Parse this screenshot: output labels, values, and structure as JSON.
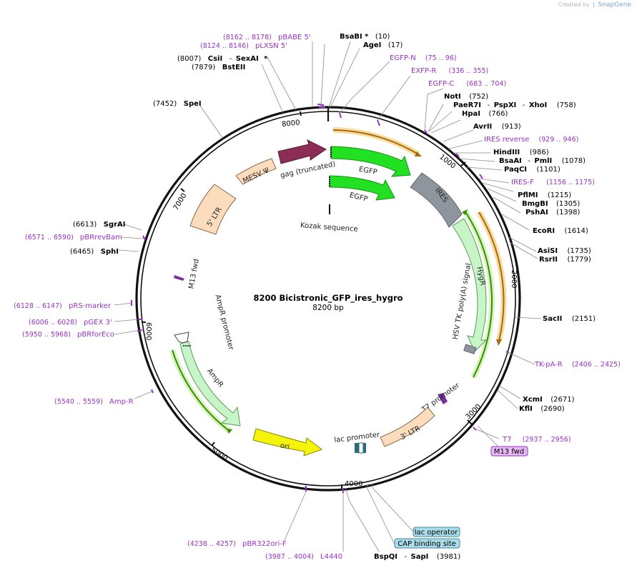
{
  "credit": {
    "prefix": "Created by",
    "brand": "SnapGene"
  },
  "plasmid": {
    "name": "8200 Bicistronic_GFP_ires_hygro",
    "size_label": "8200 bp",
    "length": 8200
  },
  "ticks": [
    "1000",
    "2000",
    "3000",
    "4000",
    "5000",
    "6000",
    "7000",
    "8000"
  ],
  "features": {
    "gag": "gag (truncated)",
    "egfp1": "EGFP",
    "egfp2": "EGFP",
    "ires": "IRES",
    "hygr": "HygR",
    "hsv": "HSV TK poly(A) signal",
    "t7promoter": "T7 promoter",
    "ltr3": "3' LTR",
    "lacpromoter": "lac promoter",
    "ori": "ori",
    "ampr": "AmpR",
    "amprpromoter": "AmpR promoter",
    "m13fwd": "M13 fwd",
    "ltr5": "5' LTR",
    "mesv": "MESV Ψ",
    "kozak": "Kozak sequence"
  },
  "labels": {
    "bsabi": {
      "name": "BsaBI",
      "star": "*",
      "pos": "(10)"
    },
    "agei": {
      "name": "AgeI",
      "pos": "(17)"
    },
    "egfpn": {
      "name": "EGFP-N",
      "pos": "(75 .. 96)"
    },
    "exfpr": {
      "name": "EXFP-R",
      "pos": "(336 .. 355)"
    },
    "egfpc": {
      "name": "EGFP-C",
      "pos": "(683 .. 704)"
    },
    "noti": {
      "name": "NotI",
      "pos": "(752)"
    },
    "paer7i": {
      "name": "PaeR7I",
      "sep1": "-",
      "name2": "PspXI",
      "sep2": "-",
      "name3": "XhoI",
      "pos": "(758)"
    },
    "hpai": {
      "name": "HpaI",
      "pos": "(766)"
    },
    "avrii": {
      "name": "AvrII",
      "pos": "(913)"
    },
    "iresrev": {
      "name": "IRES reverse",
      "pos": "(929 .. 946)"
    },
    "hindiii": {
      "name": "HindIII",
      "pos": "(986)"
    },
    "bsaai": {
      "name": "BsaAI",
      "sep": "-",
      "name2": "PmlI",
      "pos": "(1078)"
    },
    "paqci": {
      "name": "PaqCI",
      "pos": "(1101)"
    },
    "iresf": {
      "name": "IRES-F",
      "pos": "(1156 .. 1175)"
    },
    "pflmi": {
      "name": "PflMI",
      "pos": "(1215)"
    },
    "bmgbi": {
      "name": "BmgBI",
      "pos": "(1305)"
    },
    "pshai": {
      "name": "PshAI",
      "pos": "(1398)"
    },
    "ecori": {
      "name": "EcoRI",
      "pos": "(1614)"
    },
    "asisi": {
      "name": "AsiSI",
      "pos": "(1735)"
    },
    "rsrii": {
      "name": "RsrII",
      "pos": "(1779)"
    },
    "sacii": {
      "name": "SacII",
      "pos": "(2151)"
    },
    "tkpar": {
      "name": "TK-pA-R",
      "pos": "(2406 .. 2425)"
    },
    "xcmi": {
      "name": "XcmI",
      "pos": "(2671)"
    },
    "kfli": {
      "name": "KflI",
      "pos": "(2690)"
    },
    "t7": {
      "name": "T7",
      "pos": "(2937 .. 2956)"
    },
    "m13fwdbox": {
      "name": "M13 fwd"
    },
    "lacoperator": {
      "name": "lac operator"
    },
    "capsite": {
      "name": "CAP binding site"
    },
    "bspqi": {
      "name": "BspQI",
      "sep": "-",
      "name2": "SapI",
      "pos": "(3981)"
    },
    "l4440": {
      "name": "L4440",
      "pos": "(3987 .. 4004)"
    },
    "pbr322ori": {
      "name": "pBR322ori-F",
      "pos": "(4238 .. 4257)"
    },
    "ampr_primer": {
      "name": "Amp-R",
      "pos": "(5540 .. 5559)"
    },
    "pbrforeco": {
      "name": "pBRforEco",
      "pos": "(5950 .. 5968)"
    },
    "pgex3": {
      "name": "pGEX 3'",
      "pos": "(6006 .. 6028)"
    },
    "prsmarker": {
      "name": "pRS-marker",
      "pos": "(6128 .. 6147)"
    },
    "sphi": {
      "name": "SphI",
      "pos": "(6465)"
    },
    "pbrrevbam": {
      "name": "pBRrevBam",
      "pos": "(6571 .. 6590)"
    },
    "sgrai": {
      "name": "SgrAI",
      "pos": "(6613)"
    },
    "spei": {
      "name": "SpeI",
      "pos": "(7452)"
    },
    "bsteii": {
      "name": "BstEII",
      "pos": "(7879)"
    },
    "csii": {
      "name": "CsiI",
      "sep": "-",
      "name2": "SexAI",
      "star": "*",
      "pos": "(8007)"
    },
    "plxsn5": {
      "name": "pLXSN 5'",
      "pos": "(8124 .. 8146)"
    },
    "pbabe5": {
      "name": "pBABE 5'",
      "pos": "(8162 .. 8178)"
    }
  },
  "colors": {
    "backbone": "#111111",
    "primer": "#9b30c8",
    "egfp": "#22e022",
    "gag": "#8b2d55",
    "ires": "#8f959c",
    "marker": "#c8f5c8",
    "ltr": "#fbdcbc",
    "ori": "#f4f40a",
    "orange_primer_bar": "#f0b040",
    "green_primer_bar": "#3a8a10"
  }
}
